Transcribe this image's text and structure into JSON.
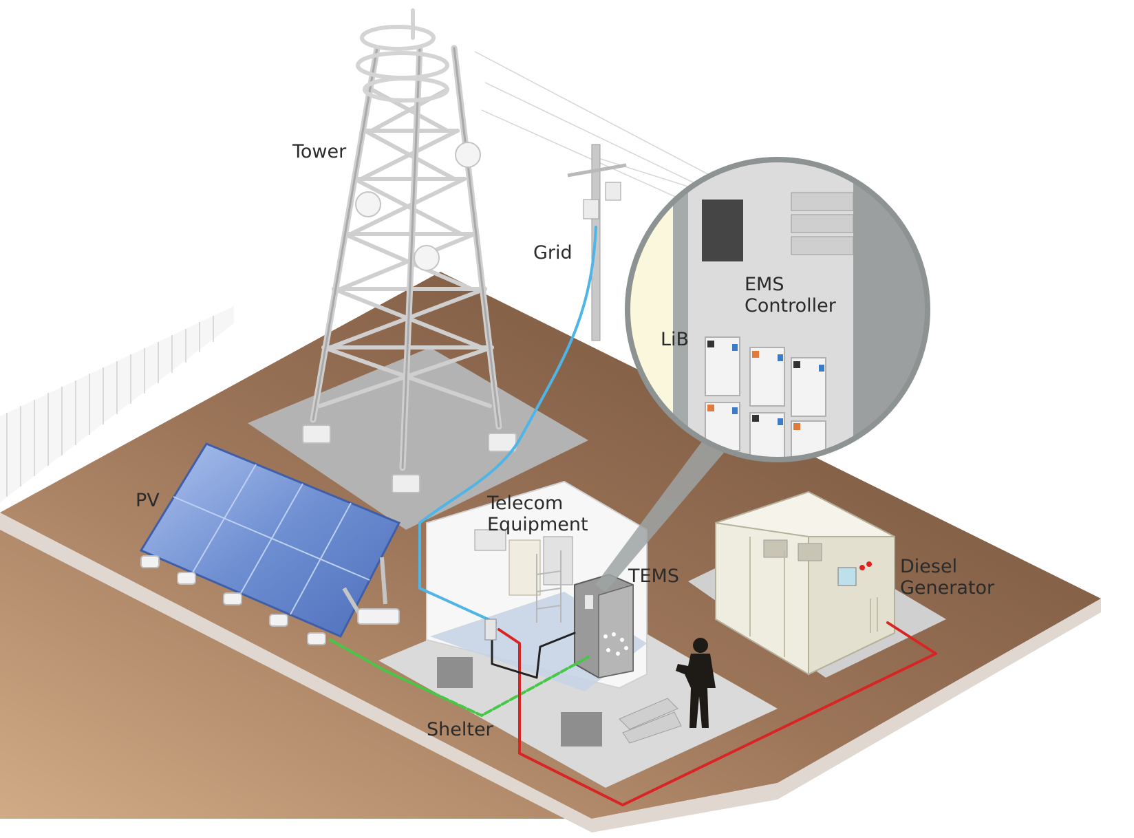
{
  "labels": {
    "tower": "Tower",
    "grid": "Grid",
    "ems_line1": "EMS",
    "ems_line2": "Controller",
    "lib": "LiB",
    "pv": "PV",
    "telecom_line1": "Telecom",
    "telecom_line2": "Equipment",
    "tems": "TEMS",
    "diesel_line1": "Diesel",
    "diesel_line2": "Generator",
    "shelter": "Shelter"
  },
  "colors": {
    "ground": "#6e4e38",
    "ground_light": "#c9a37f",
    "grid_cable": "#4fb4e6",
    "pv_cable": "#46c846",
    "generator_cable": "#d92424",
    "signal_cable": "#222222",
    "solar_panel": "#6f8fcf",
    "magnifier_bg": "#9da3a3"
  },
  "icons": [
    "tower-icon",
    "utility-pole-icon",
    "solar-panel-icon",
    "shelter-icon",
    "tems-cabinet-icon",
    "diesel-generator-icon",
    "technician-icon",
    "magnifier-callout-icon",
    "fence-icon"
  ]
}
